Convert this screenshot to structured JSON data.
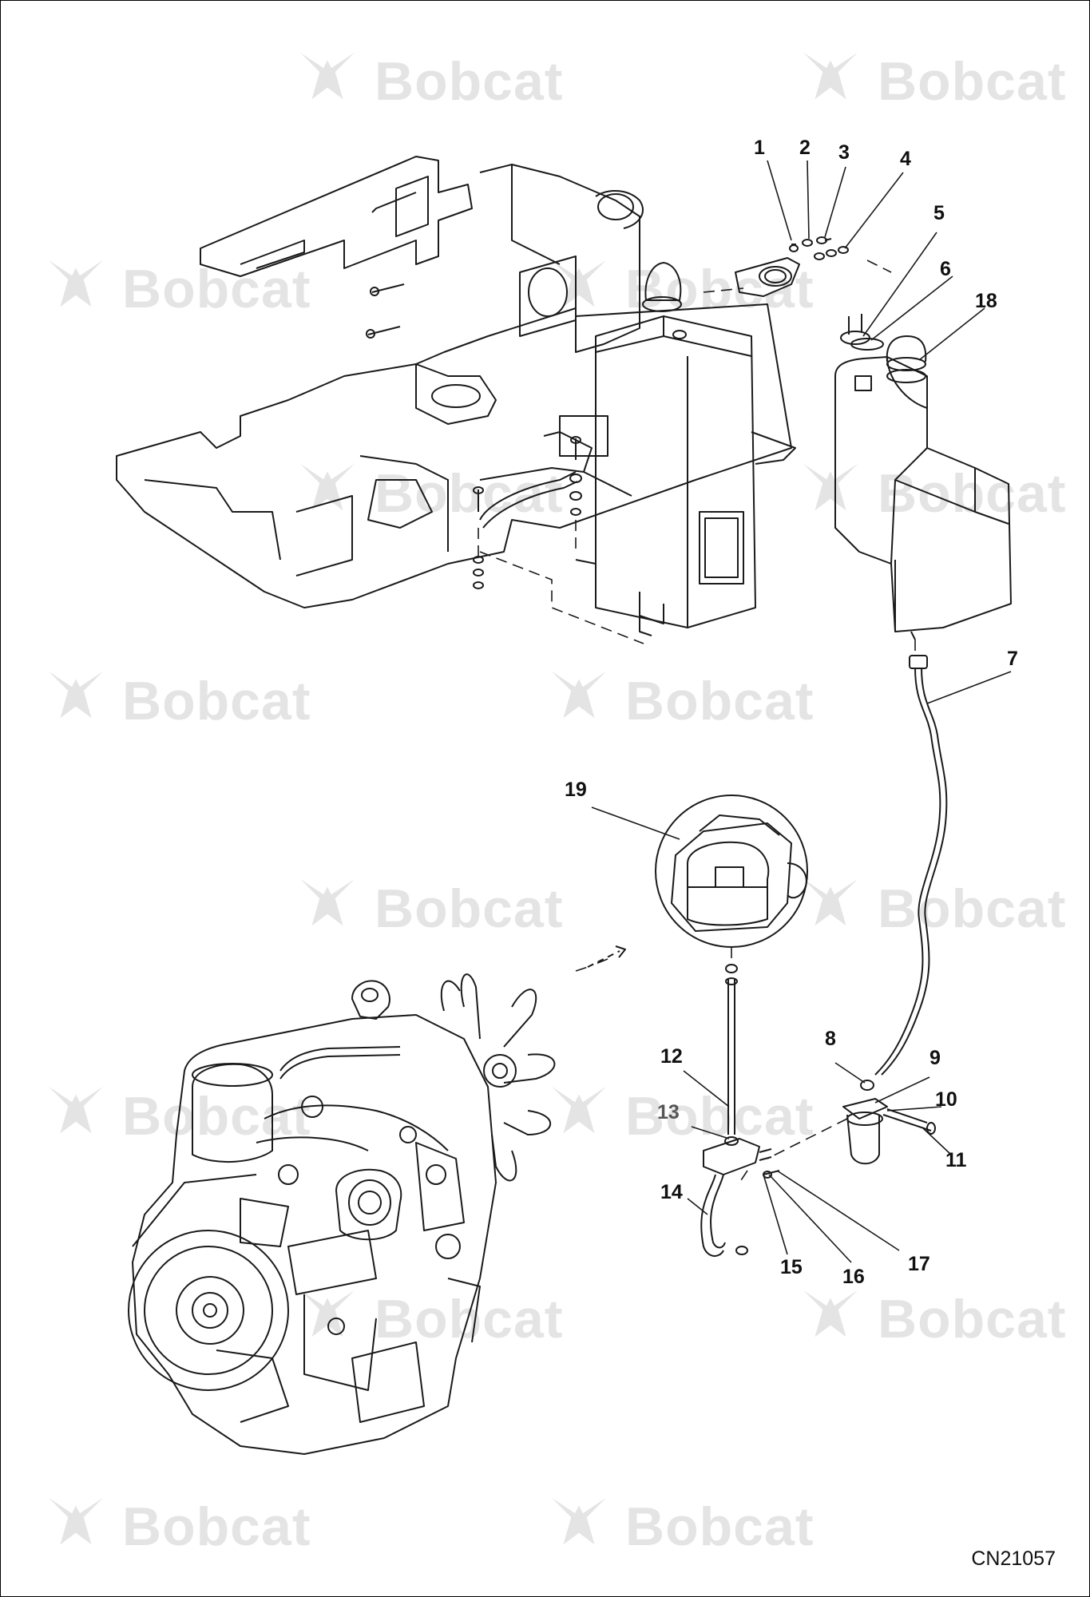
{
  "drawing": {
    "doc_id": "CN21057",
    "watermark_text": "Bobcat",
    "callouts": [
      "1",
      "2",
      "3",
      "4",
      "5",
      "6",
      "18",
      "7",
      "19",
      "8",
      "9",
      "10",
      "11",
      "12",
      "13",
      "14",
      "15",
      "16",
      "17"
    ]
  },
  "colors": {
    "line": "#1a1a1a",
    "watermark": "#e4e4e4",
    "background": "#ffffff"
  }
}
